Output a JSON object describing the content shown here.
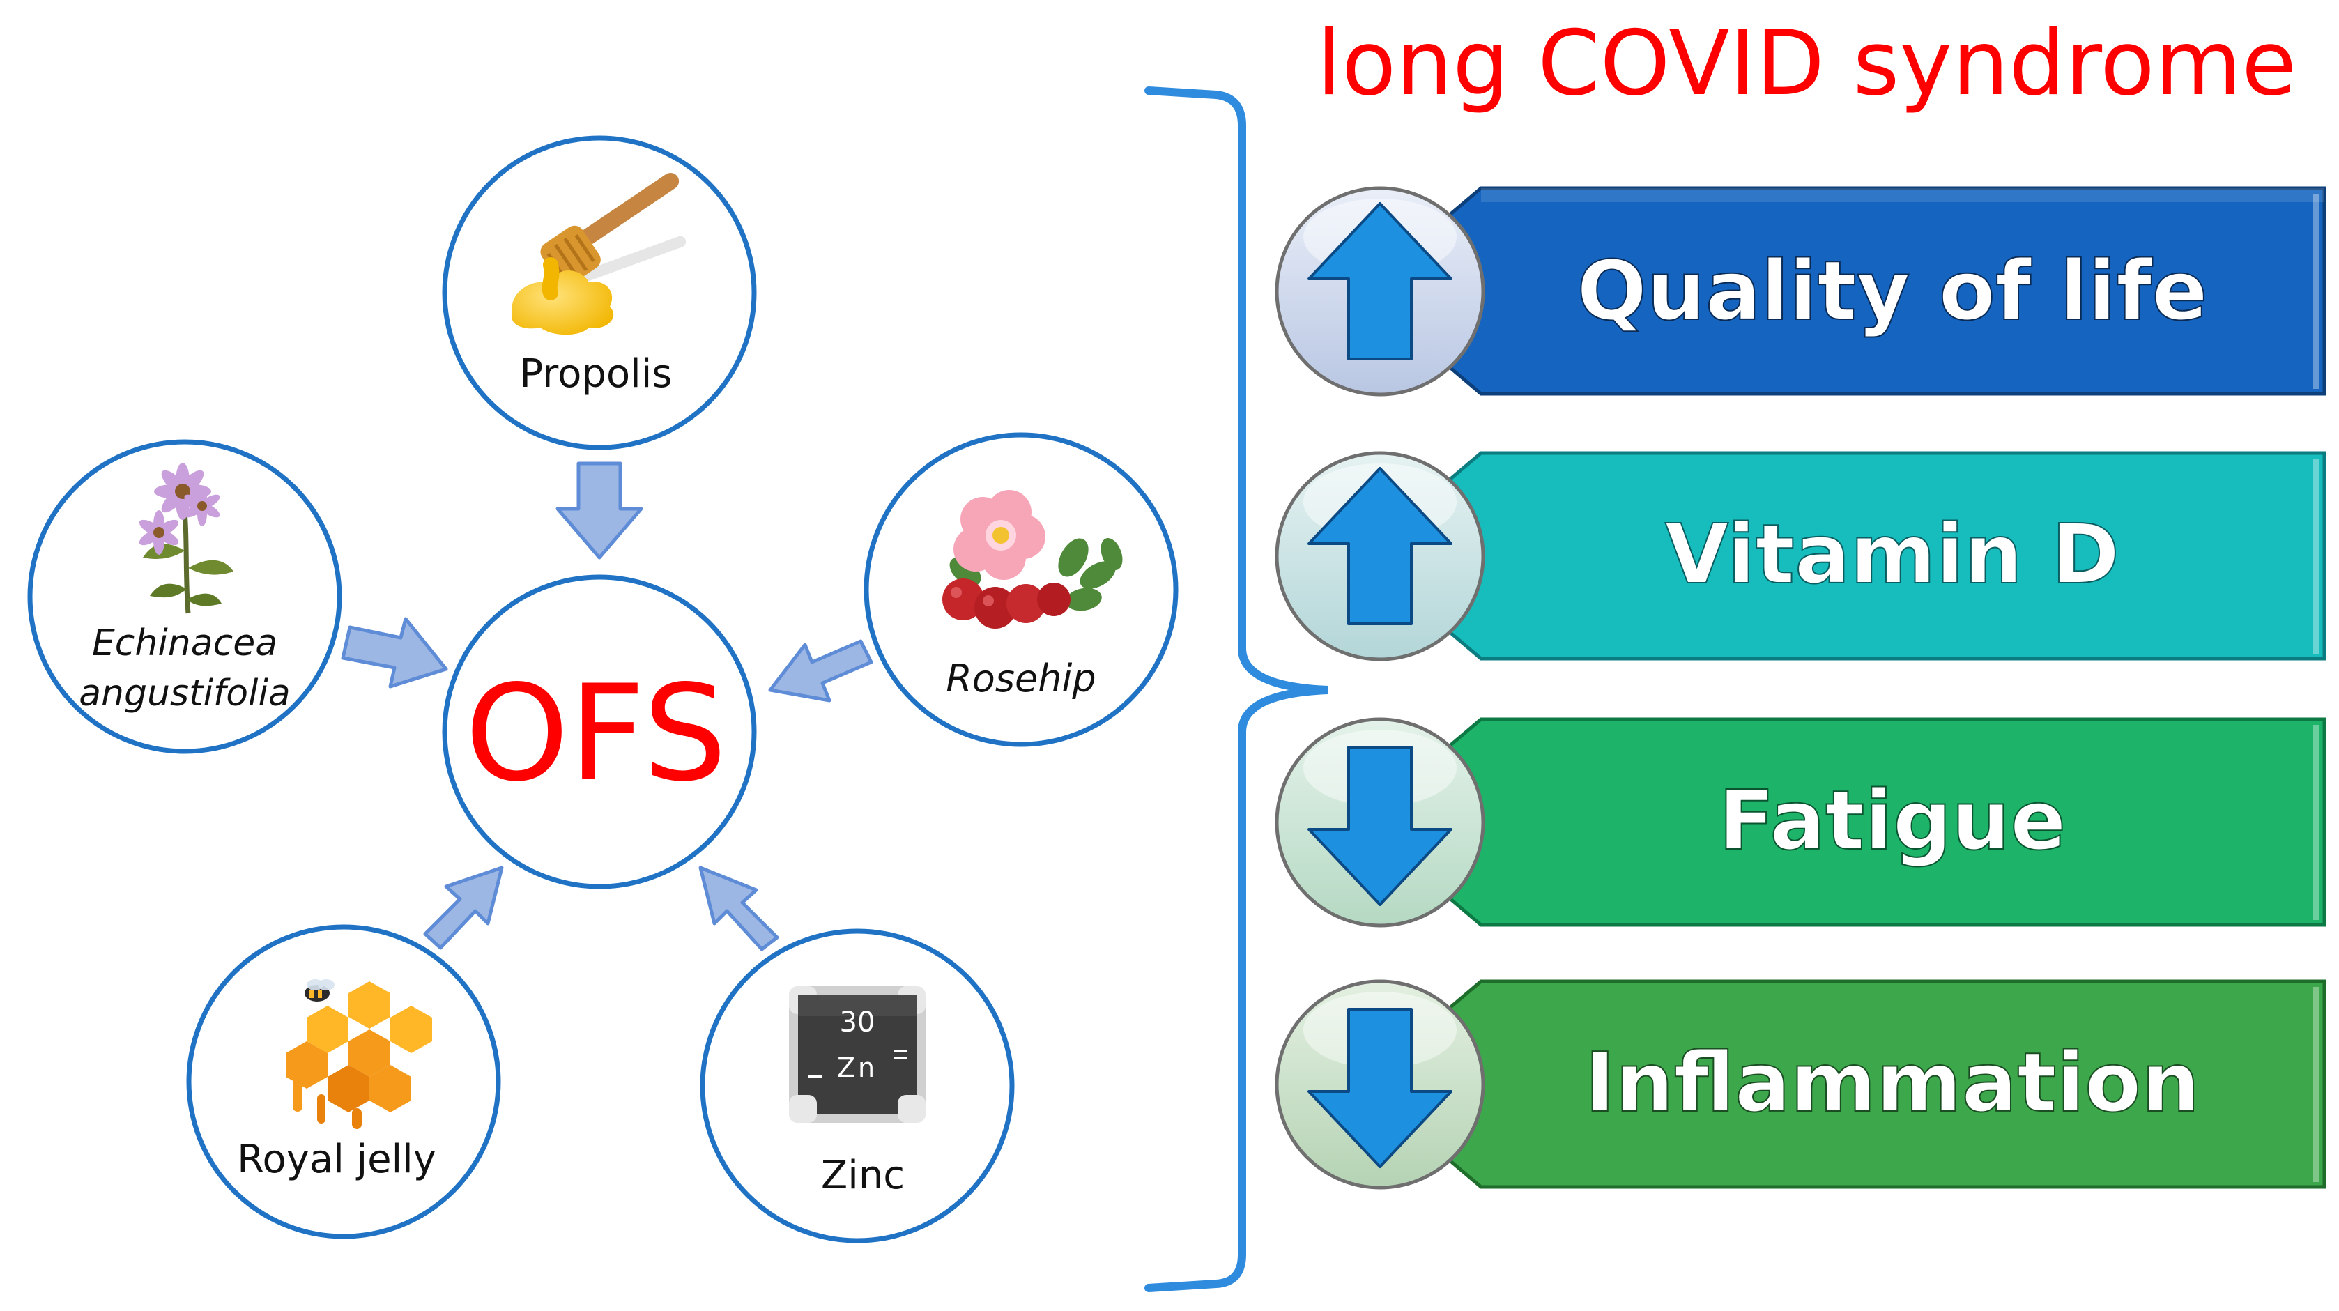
{
  "title": "long COVID syndrome",
  "center": {
    "label": "OFS"
  },
  "ingredients": [
    {
      "id": "propolis",
      "label": "Propolis",
      "icon": "honey-dipper-icon",
      "italic": false
    },
    {
      "id": "echinacea",
      "label_line1": "Echinacea",
      "label_line2": "angustifolia",
      "icon": "flower-icon",
      "italic": true
    },
    {
      "id": "rosehip",
      "label": "Rosehip",
      "icon": "rosehip-icon",
      "italic": true
    },
    {
      "id": "royal-jelly",
      "label": "Royal jelly",
      "icon": "honeycomb-icon",
      "italic": false
    },
    {
      "id": "zinc",
      "label": "Zinc",
      "icon": "zinc-element-icon",
      "italic": false,
      "element_number": "30",
      "element_symbol": "Zn"
    }
  ],
  "effects": [
    {
      "label": "Quality of life",
      "direction": "up",
      "color": "#1565C0"
    },
    {
      "label": "Vitamin D",
      "direction": "up",
      "color": "#17BDBD"
    },
    {
      "label": "Fatigue",
      "direction": "down",
      "color": "#1DB46A"
    },
    {
      "label": "Inflammation",
      "direction": "down",
      "color": "#3DA84B"
    }
  ],
  "colors": {
    "title": "#FF0000",
    "center_label": "#FF0000",
    "circle_stroke": "#1F72C4",
    "arrow_fill": "#9DB7E4",
    "arrow_stroke": "#5F8CD6",
    "bracket": "#2F8BDD",
    "effect_arrow": "#1E90E0"
  }
}
